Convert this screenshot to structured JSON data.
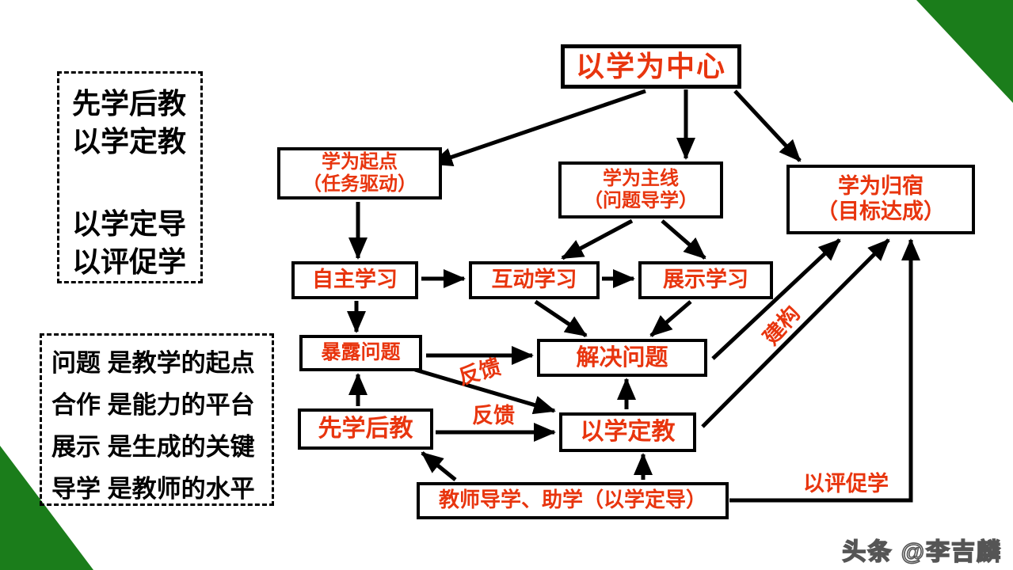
{
  "colors": {
    "accent_red": "#e8350e",
    "corner_green": "#1b7d1b",
    "line_black": "#000000"
  },
  "notes_top": {
    "lines": [
      "先学后教",
      "以学定教",
      "以学定导",
      "以评促学"
    ]
  },
  "notes_bottom": {
    "lines": [
      "问题 是教学的起点",
      "合作 是能力的平台",
      "展示 是生成的关键",
      "导学 是教师的水平"
    ]
  },
  "nodes": {
    "center": {
      "label": "以学为中心"
    },
    "start": {
      "line1": "学为起点",
      "line2": "（任务驱动）"
    },
    "mainline": {
      "line1": "学为主线",
      "line2": "（问题导学）"
    },
    "goal": {
      "line1": "学为归宿",
      "line2": "（目标达成）"
    },
    "self_learning": {
      "label": "自主学习"
    },
    "interactive_learning": {
      "label": "互动学习"
    },
    "show_learning": {
      "label": "展示学习"
    },
    "expose_problems": {
      "label": "暴露问题"
    },
    "solve_problems": {
      "label": "解决问题"
    },
    "learn_first": {
      "label": "先学后教"
    },
    "teach_by_learning": {
      "label": "以学定教"
    },
    "teacher_guide": {
      "label": "教师导学、助学（以学定导）"
    }
  },
  "edge_labels": {
    "feedback_upper": "反馈",
    "feedback_lower": "反馈",
    "construct": "建构",
    "evaluate": "以评促学"
  },
  "watermark": "头条 @李吉麟"
}
